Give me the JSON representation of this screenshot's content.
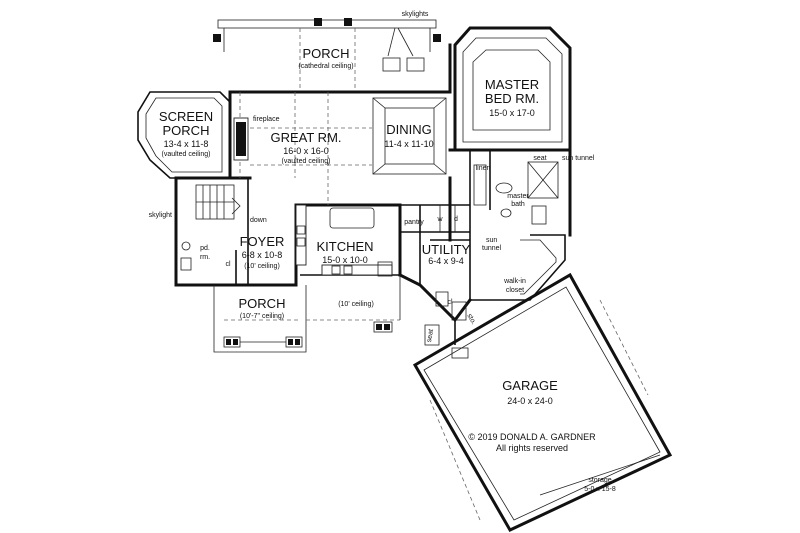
{
  "rooms": {
    "porch_top": {
      "name": "PORCH",
      "note": "(cathedral ceiling)"
    },
    "screen_porch": {
      "name1": "SCREEN",
      "name2": "PORCH",
      "dims": "13-4 x 11-8",
      "note": "(vaulted ceiling)"
    },
    "great_room": {
      "name": "GREAT RM.",
      "dims": "16-0 x 16-0",
      "note": "(vaulted ceiling)"
    },
    "dining": {
      "name": "DINING",
      "dims": "11-4 x 11-10"
    },
    "master_bed": {
      "name1": "MASTER",
      "name2": "BED RM.",
      "dims": "15-0 x 17-0"
    },
    "foyer": {
      "name": "FOYER",
      "dims": "6-8 x 10-8",
      "note": "(10' ceiling)"
    },
    "kitchen": {
      "name": "KITCHEN",
      "dims": "15-0 x 10-0"
    },
    "utility": {
      "name": "UTILITY",
      "dims": "6-4 x 9-4"
    },
    "porch_front": {
      "name": "PORCH",
      "note": "(10'-7\" ceiling)"
    },
    "front_ceiling": {
      "note": "(10' ceiling)"
    },
    "garage": {
      "name": "GARAGE",
      "dims": "24-0 x 24-0"
    },
    "storage": {
      "name": "storage",
      "dims": "5-0 x 15-8"
    }
  },
  "labels": {
    "skylights": "skylights",
    "fireplace": "fireplace",
    "skylight": "skylight",
    "down": "down",
    "pd_rm_1": "pd.",
    "pd_rm_2": "rm.",
    "cl": "cl",
    "cl2": "cl",
    "pantry": "pantry",
    "w": "w",
    "d": "d",
    "linen": "linen",
    "seat": "seat",
    "seat2": "seat",
    "sun_tunnel": "sun tunnel",
    "sun_tunnel2_1": "sun",
    "sun_tunnel2_2": "tunnel",
    "master_bath_1": "master",
    "master_bath_2": "bath",
    "walk_in_1": "walk-in",
    "walk_in_2": "closet",
    "sto": "sto."
  },
  "copyright": {
    "line1": "© 2019 DONALD A. GARDNER",
    "line2": "All rights reserved"
  }
}
